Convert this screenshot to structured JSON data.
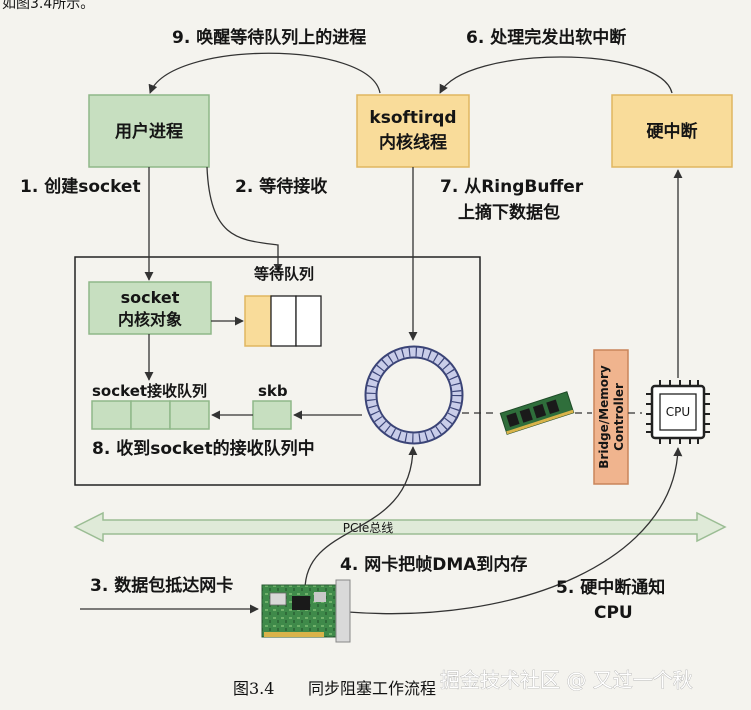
{
  "top_cutoff_text": "如图3.4所示。",
  "nodes": {
    "user_process": "用户进程",
    "ksoftirqd_line1": "ksoftirqd",
    "ksoftirqd_line2": "内核线程",
    "hard_irq": "硬中断",
    "socket_obj_line1": "socket",
    "socket_obj_line2": "内核对象",
    "wait_queue": "等待队列",
    "recv_queue": "socket接收队列",
    "skb": "skb",
    "bridge_line1": "Bridge/Memory",
    "bridge_line2": "Controller",
    "cpu": "CPU",
    "pcie_bus": "PCIe总线"
  },
  "steps": {
    "s1": "1. 创建socket",
    "s2": "2. 等待接收",
    "s3": "3. 数据包抵达网卡",
    "s4": "4. 网卡把帧DMA到内存",
    "s5_line1": "5. 硬中断通知",
    "s5_line2": "CPU",
    "s6": "6. 处理完发出软中断",
    "s7_line1": "7. 从RingBuffer",
    "s7_line2": "上摘下数据包",
    "s8": "8. 收到socket的接收队列中",
    "s9": "9. 唤醒等待队列上的进程"
  },
  "caption": {
    "figure": "图3.4",
    "title": "同步阻塞工作流程"
  },
  "watermark": "掘金技术社区 @ 又过一个秋",
  "colors": {
    "green_fill": "#c7dfc0",
    "green_stroke": "#8fb889",
    "yellow_fill": "#f9dc9a",
    "yellow_stroke": "#e0b660",
    "orange_fill": "#f0b48e",
    "ring_fill": "#c9cde9",
    "ring_stroke": "#3b4477",
    "bus_fill": "#dfead8",
    "bus_stroke": "#9bbd94",
    "line": "#3a3a3a"
  },
  "icons": {
    "cpu": "cpu-chip-icon",
    "ring_buffer": "ring-buffer-icon",
    "memory_stick": "memory-module-icon",
    "nic": "network-card-icon"
  }
}
